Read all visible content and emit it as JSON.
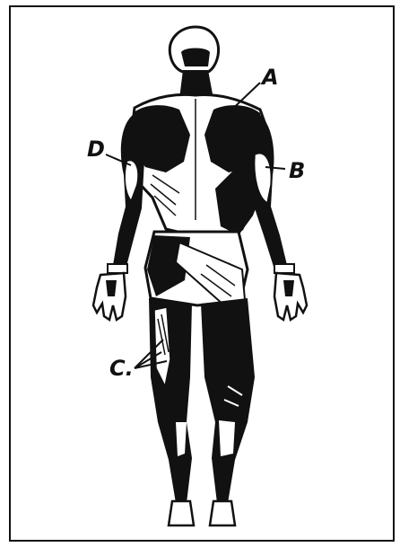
{
  "diagram": {
    "labels": {
      "A": "A",
      "B": "B",
      "C": "C.",
      "D": "D"
    },
    "colors": {
      "ink": "#111111",
      "paper": "#ffffff"
    }
  }
}
